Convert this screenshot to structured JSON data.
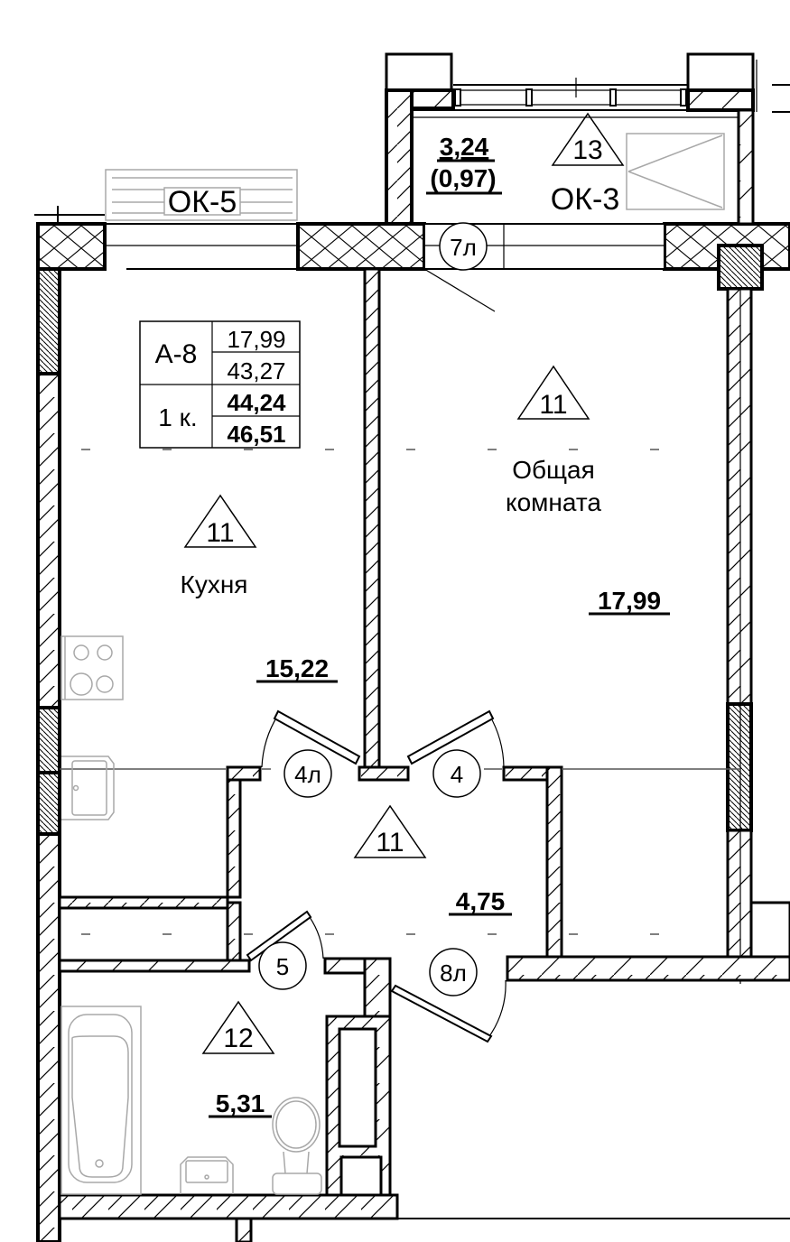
{
  "plan": {
    "type": "apartment floor plan",
    "apartment_table": {
      "code": "A-8",
      "rooms": "1 к.",
      "living_area": "17,99",
      "area_without_balcony": "43,27",
      "total_area": "44,24",
      "total_area_with_balcony": "46,51"
    },
    "rooms": [
      {
        "id": "kitchen",
        "name": "Кухня",
        "area": "15,22",
        "finish_mark": "11"
      },
      {
        "id": "living",
        "name": "Общая комната",
        "name_line1": "Общая",
        "name_line2": "комната",
        "area": "17,99",
        "finish_mark": "11"
      },
      {
        "id": "hall",
        "name": "",
        "area": "4,75",
        "finish_mark": "11"
      },
      {
        "id": "bathroom",
        "name": "",
        "area": "5,31",
        "finish_mark": "12"
      },
      {
        "id": "balcony",
        "name": "",
        "area": "3,24",
        "area_reduced": "(0,97)",
        "finish_mark": "13"
      }
    ],
    "windows": [
      {
        "id": "window-kitchen",
        "code": "ОК-5"
      },
      {
        "id": "window-balcony",
        "code": "ОК-3"
      }
    ],
    "doors": [
      {
        "id": "door-balcony",
        "mark": "7л"
      },
      {
        "id": "door-kitchen",
        "mark": "4л"
      },
      {
        "id": "door-living",
        "mark": "4"
      },
      {
        "id": "door-bathroom",
        "mark": "5"
      },
      {
        "id": "door-entrance",
        "mark": "8л"
      }
    ],
    "colors": {
      "lines": "#000000",
      "fixtures": "#a8a8a8",
      "background": "#ffffff"
    }
  }
}
